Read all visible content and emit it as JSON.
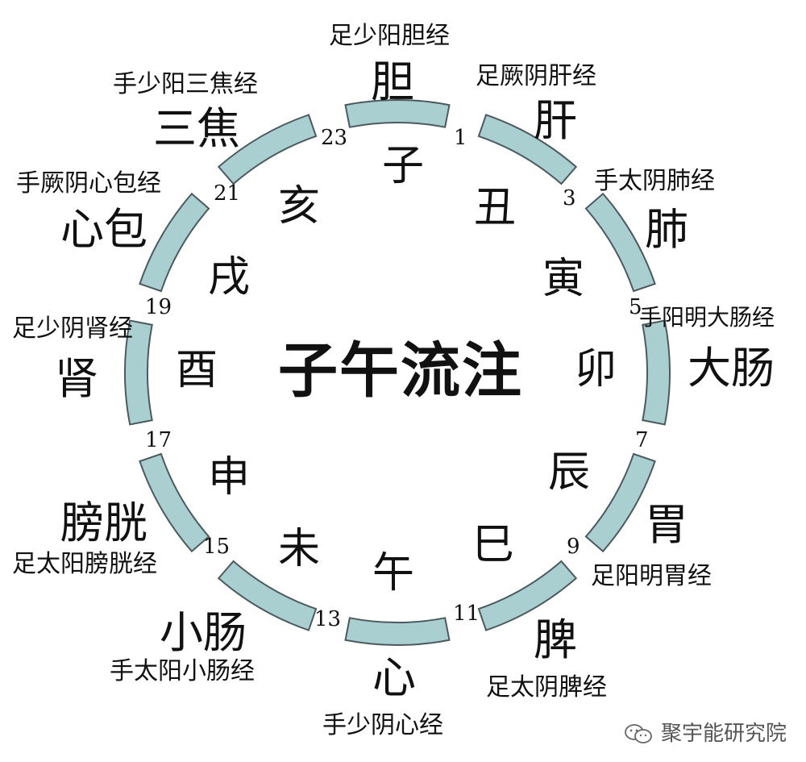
{
  "title": "子午流注",
  "colors": {
    "segment_fill": "#a9cfd1",
    "segment_stroke": "#4b5a5f",
    "text": "#111111"
  },
  "watermark": {
    "icon": "wechat-icon",
    "text": "聚宇能研究院"
  },
  "hours": [
    "1",
    "3",
    "5",
    "7",
    "9",
    "11",
    "13",
    "15",
    "17",
    "19",
    "21",
    "23"
  ],
  "branches": [
    "子",
    "丑",
    "寅",
    "卯",
    "辰",
    "巳",
    "午",
    "未",
    "申",
    "酉",
    "戌",
    "亥"
  ],
  "organs": [
    {
      "organ": "胆",
      "meridian": "足少阳胆经"
    },
    {
      "organ": "肝",
      "meridian": "足厥阴肝经"
    },
    {
      "organ": "肺",
      "meridian": "手太阴肺经"
    },
    {
      "organ": "大肠",
      "meridian": "手阳明大肠经"
    },
    {
      "organ": "胃",
      "meridian": "足阳明胃经"
    },
    {
      "organ": "脾",
      "meridian": "足太阴脾经"
    },
    {
      "organ": "心",
      "meridian": "手少阴心经"
    },
    {
      "organ": "小肠",
      "meridian": "手太阳小肠经"
    },
    {
      "organ": "膀胱",
      "meridian": "足太阳膀胱经"
    },
    {
      "organ": "肾",
      "meridian": "足少阴肾经"
    },
    {
      "organ": "心包",
      "meridian": "手厥阴心包经"
    },
    {
      "organ": "三焦",
      "meridian": "手少阳三焦经"
    }
  ]
}
